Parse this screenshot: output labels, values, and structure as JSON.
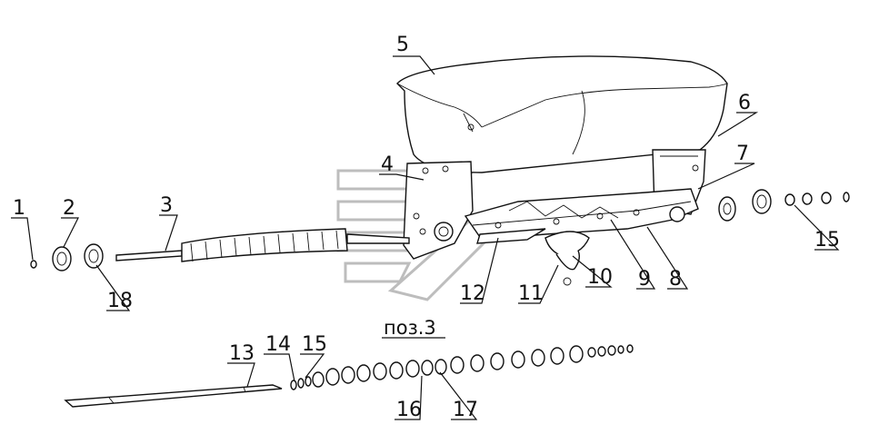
{
  "callouts": {
    "n1": "1",
    "n2": "2",
    "n3": "3",
    "n4": "4",
    "n5": "5",
    "n6": "6",
    "n7": "7",
    "n8": "8",
    "n9": "9",
    "n10": "10",
    "n11": "11",
    "n12": "12",
    "n13": "13",
    "n14": "14",
    "n15a": "15",
    "n15b": "15",
    "n16": "16",
    "n17": "17",
    "n18": "18"
  },
  "detail_caption": "поз.3"
}
